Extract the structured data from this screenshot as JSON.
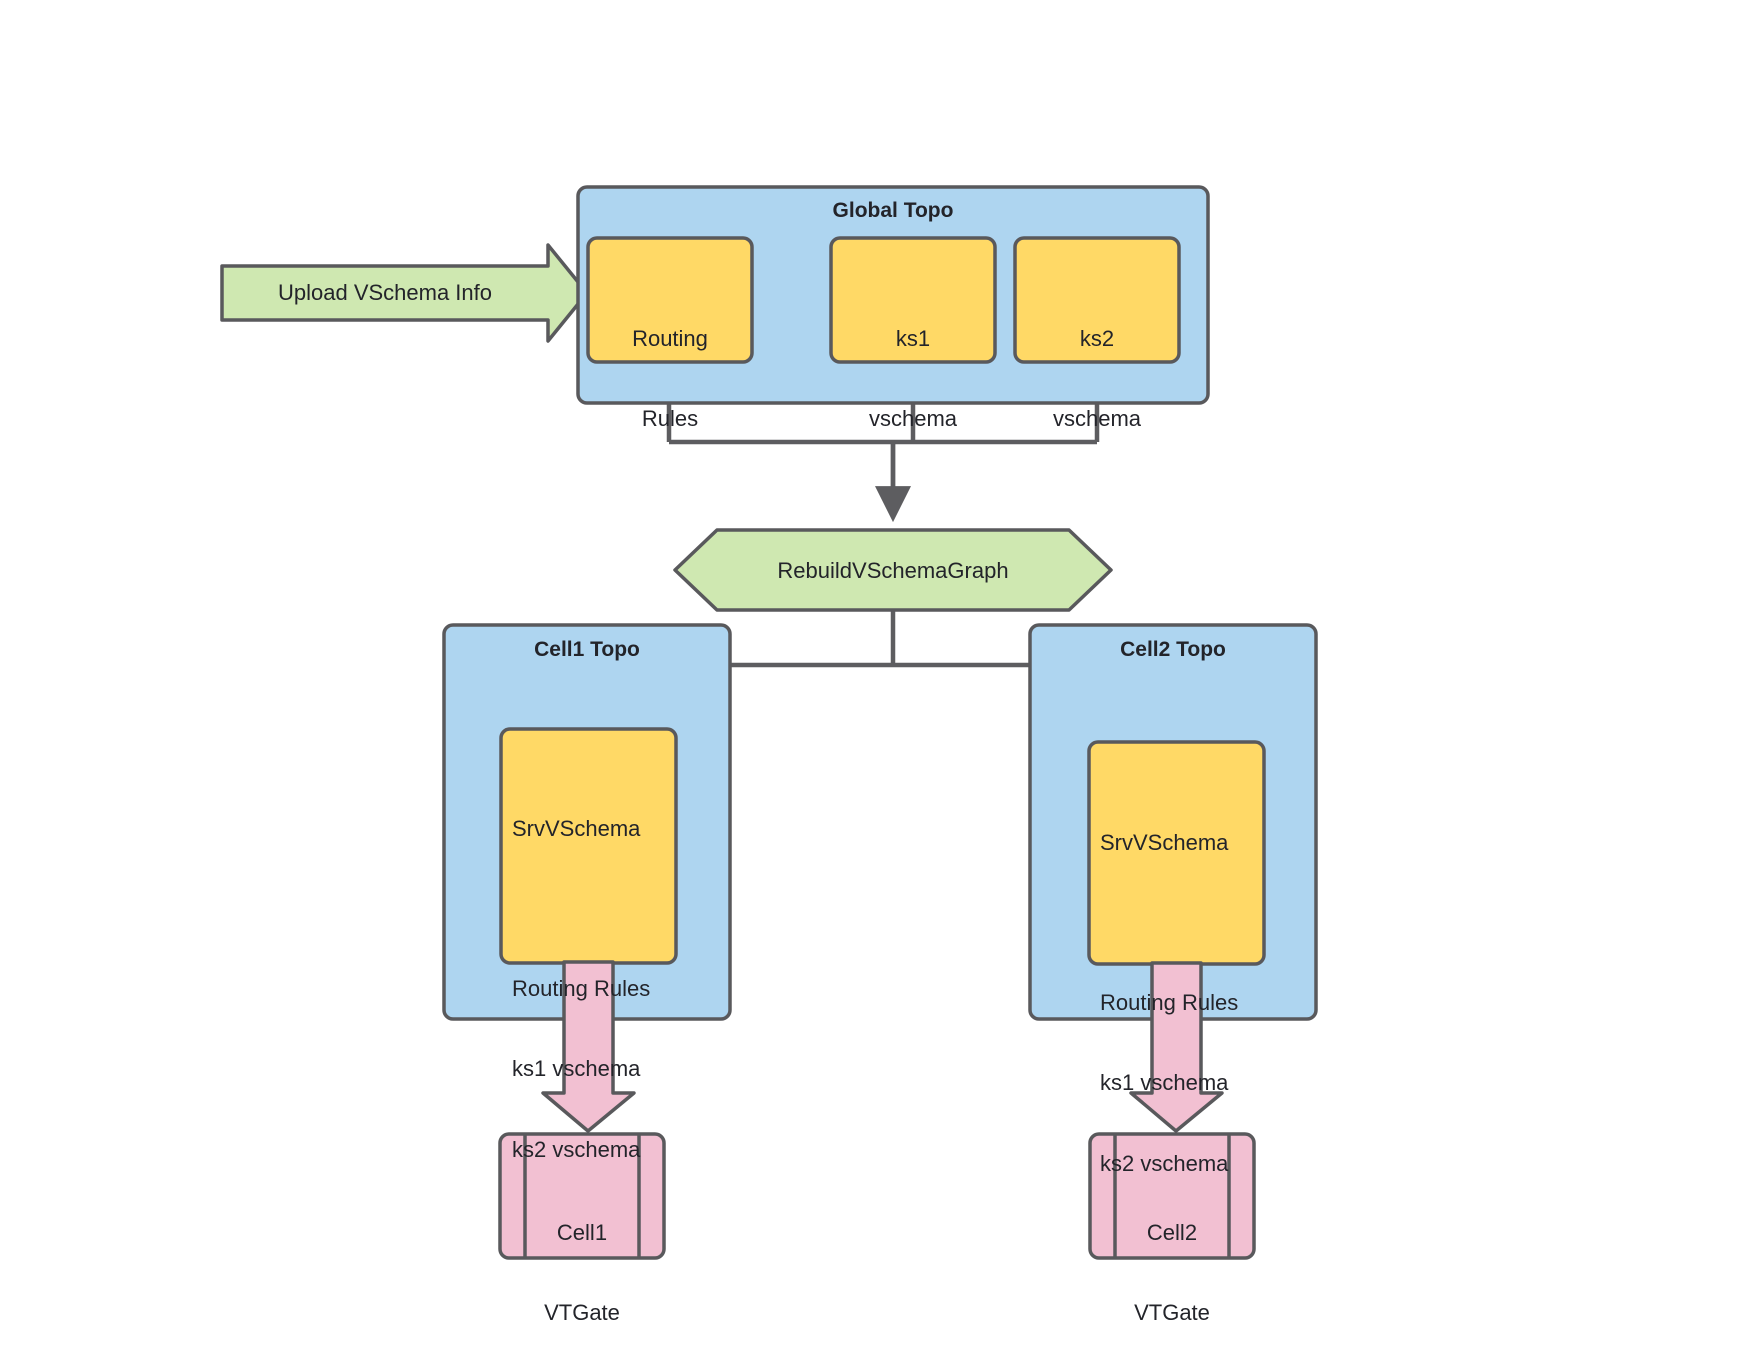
{
  "diagram": {
    "title_hidden": "",
    "colors": {
      "topo_fill": "#aed5f0",
      "topo_stroke": "#59595c",
      "node_fill": "#ffd966",
      "node_stroke": "#59595c",
      "green_fill": "#cfe8b1",
      "green_stroke": "#59595c",
      "pink_fill": "#f2c0d2",
      "pink_stroke": "#59595c",
      "connector": "#5d5d60",
      "text": "#23242a",
      "background": "#ffffff"
    },
    "input_arrow": {
      "label": "Upload VSchema Info"
    },
    "global_topo": {
      "title": "Global Topo",
      "nodes": [
        {
          "id": "routing-rules",
          "lines": [
            "Routing",
            "Rules"
          ]
        },
        {
          "id": "ks1-vschema",
          "lines": [
            "ks1",
            "vschema"
          ]
        },
        {
          "id": "ks2-vschema",
          "lines": [
            "ks2",
            "vschema"
          ]
        }
      ]
    },
    "process": {
      "label": "RebuildVSchemaGraph"
    },
    "cells": [
      {
        "id": "cell1",
        "topo_title": "Cell1 Topo",
        "srv": {
          "heading": "SrvVSchema",
          "items": [
            "Routing Rules",
            "ks1 vschema",
            "ks2 vschema"
          ]
        },
        "vtgate": {
          "lines": [
            "Cell1",
            "VTGate"
          ]
        }
      },
      {
        "id": "cell2",
        "topo_title": "Cell2 Topo",
        "srv": {
          "heading": "SrvVSchema",
          "items": [
            "Routing Rules",
            "ks1 vschema",
            "ks2 vschema"
          ]
        },
        "vtgate": {
          "lines": [
            "Cell2",
            "VTGate"
          ]
        }
      }
    ]
  }
}
